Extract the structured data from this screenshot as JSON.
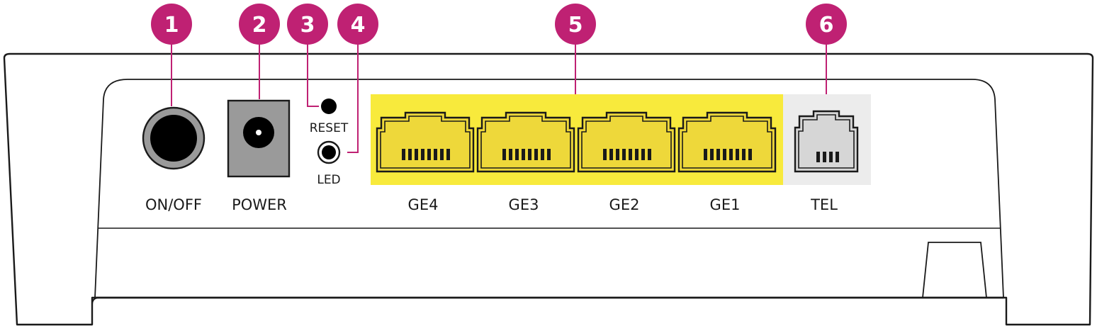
{
  "colors": {
    "callout": "#bf2173",
    "ethernet_panel": "#f8ea3c",
    "ethernet_port": "#eed83a",
    "tel_panel": "#ececec",
    "tel_port": "#d6d6d6",
    "outline": "#1a1a1a"
  },
  "callouts": [
    {
      "number": "1"
    },
    {
      "number": "2"
    },
    {
      "number": "3"
    },
    {
      "number": "4"
    },
    {
      "number": "5"
    },
    {
      "number": "6"
    }
  ],
  "labels": {
    "on_off": "ON/OFF",
    "power": "POWER",
    "reset": "RESET",
    "led": "LED",
    "ge4": "GE4",
    "ge3": "GE3",
    "ge2": "GE2",
    "ge1": "GE1",
    "tel": "TEL"
  },
  "icons": {
    "on_off": "power-button-icon",
    "power": "dc-power-jack-icon",
    "reset": "reset-pinhole-icon",
    "led": "led-switch-icon",
    "ethernet": "rj45-port-icon",
    "tel": "rj11-port-icon"
  }
}
